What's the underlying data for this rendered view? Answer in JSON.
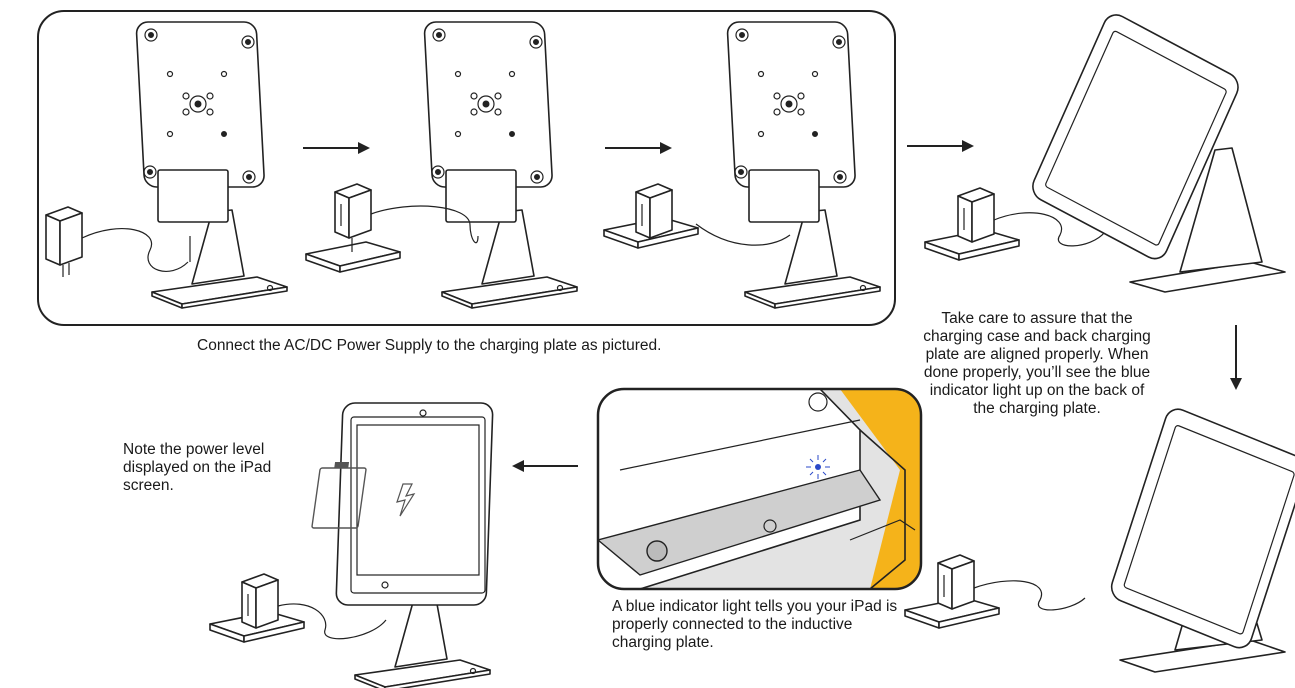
{
  "captions": {
    "connect": "Connect the AC/DC Power Supply to the charging plate as pictured.",
    "care": "Take care to assure that the charging case and back charging plate are aligned properly. When done properly, you’ll see the blue indicator light up on the back of the charging plate.",
    "note": "Note the power level displayed on the iPad screen.",
    "blue": "A blue indicator light tells you your iPad is properly connected to the inductive charging plate."
  },
  "colors": {
    "ink": "#222222",
    "highlight": "#f5b31a",
    "indicator": "#2b4ac9",
    "inset_bg": "#d9d9d9"
  },
  "icons": [
    "arrow-right-icon",
    "arrow-down-icon",
    "arrow-left-icon",
    "battery-charging-icon",
    "blue-indicator-light-icon"
  ]
}
